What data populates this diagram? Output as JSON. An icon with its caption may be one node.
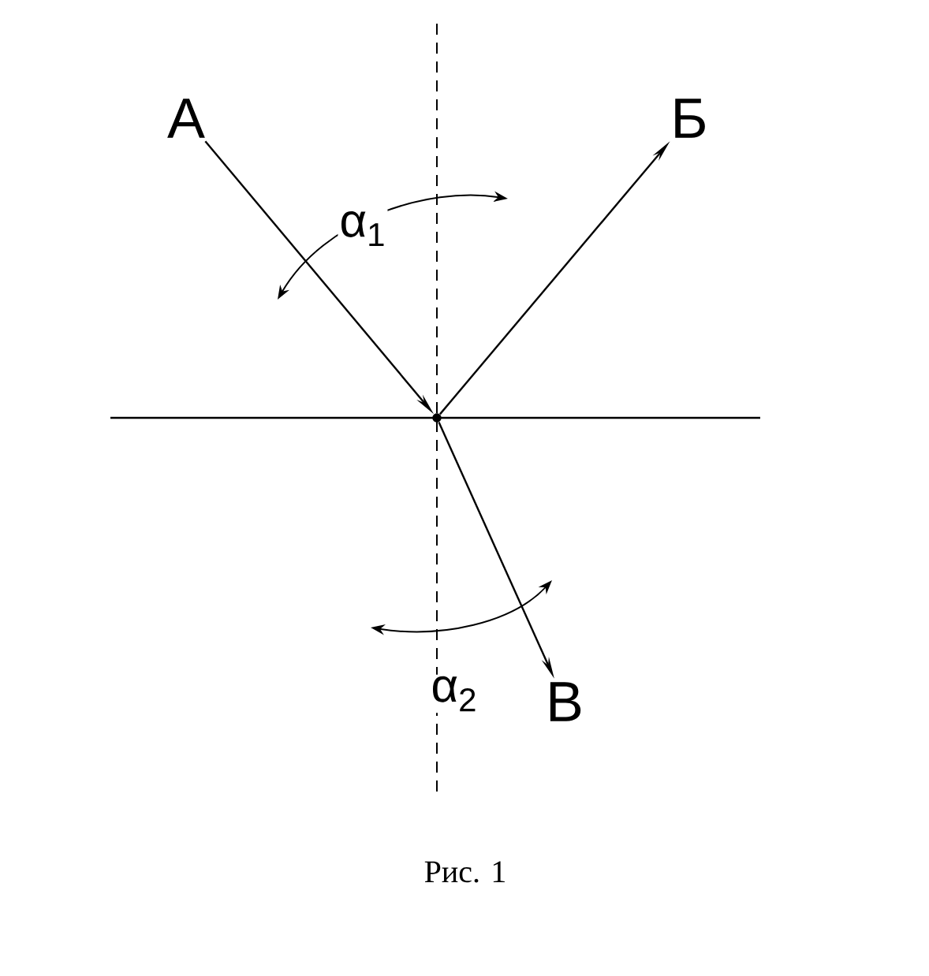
{
  "diagram": {
    "caption": "Рис. 1",
    "nodes": [
      {
        "text": [
          "А"
        ]
      },
      {
        "text": [
          "Б"
        ]
      },
      {
        "text": [
          "В"
        ]
      },
      {
        "text": [],
        "shape": "circle"
      }
    ],
    "edges": [
      {
        "from": 0,
        "to": 3,
        "arrow": "to"
      },
      {
        "from": 3,
        "to": 1,
        "arrow": "to"
      },
      {
        "from": 3,
        "to": 2,
        "arrow": "to"
      }
    ],
    "labels": [
      "α$_{1}$",
      "α$_{2}$"
    ]
  }
}
